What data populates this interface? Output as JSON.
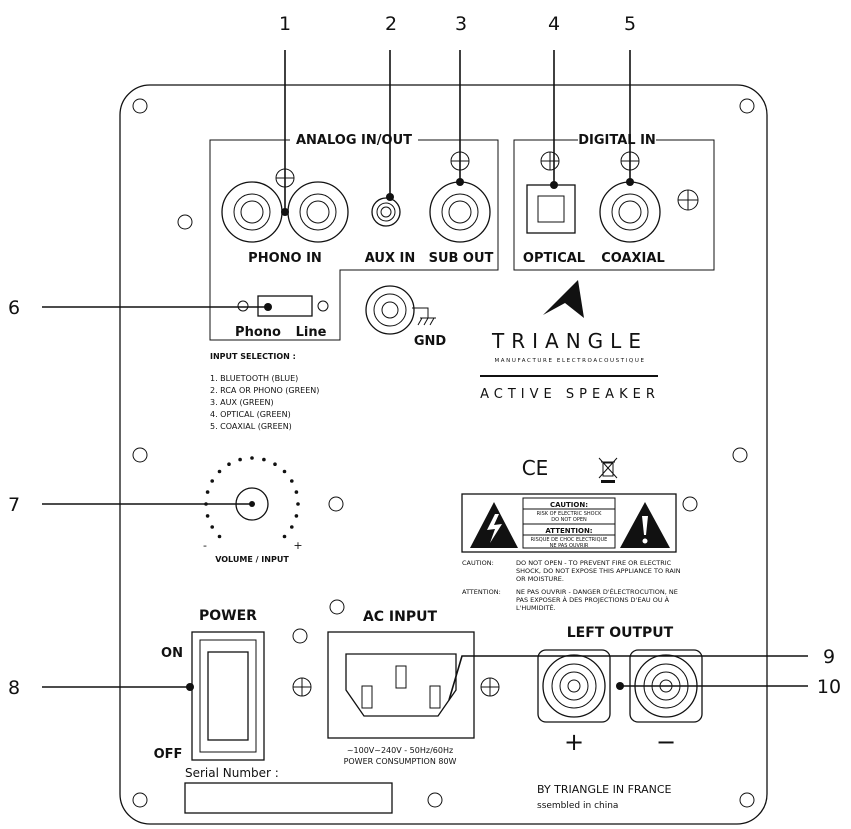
{
  "callouts": [
    "1",
    "2",
    "3",
    "4",
    "5",
    "6",
    "7",
    "8",
    "9",
    "10"
  ],
  "sections": {
    "analog": "ANALOG IN/OUT",
    "digital": "DIGITAL IN"
  },
  "jacks": {
    "phono_in": "PHONO IN",
    "aux_in": "AUX IN",
    "sub_out": "SUB OUT",
    "optical": "OPTICAL",
    "coaxial": "COAXIAL"
  },
  "switch_input": {
    "left": "Phono",
    "right": "Line"
  },
  "gnd": "GND",
  "input_selection": {
    "title": "INPUT SELECTION :",
    "items": [
      "1. BLUETOOTH (BLUE)",
      "2. RCA OR PHONO (GREEN)",
      "3. AUX (GREEN)",
      "4. OPTICAL (GREEN)",
      "5. COAXIAL (GREEN)"
    ]
  },
  "brand": {
    "name": "TRIANGLE",
    "tagline": "MANUFACTURE ELECTROACOUSTIQUE",
    "product": "ACTIVE SPEAKER"
  },
  "ce_mark": "CE",
  "volume": {
    "label": "VOLUME / INPUT",
    "minus": "-",
    "plus": "+"
  },
  "warning": {
    "caution_title": "CAUTION:",
    "caution_sub1": "RISK OF ELECTRIC SHOCK",
    "caution_sub2": "DO NOT OPEN",
    "attention_title": "ATTENTION:",
    "attention_sub1": "RISQUE DE CHOC ELECTRIQUE",
    "attention_sub2": "NE PAS OUVRIR",
    "caution_label": "CAUTION:",
    "caution_text": [
      "DO NOT OPEN - TO PREVENT FIRE OR ELECTRIC",
      "SHOCK, DO NOT EXPOSE THIS APPLIANCE TO RAIN",
      "OR MOISTURE."
    ],
    "attention_label": "ATTENTION:",
    "attention_text": [
      "NE PAS OUVRIR - DANGER D'ÉLECTROCUTION, NE",
      "PAS EXPOSER À DES PROJECTIONS D'EAU OU À",
      "L'HUMIDITÉ."
    ]
  },
  "power": {
    "title": "POWER",
    "on": "ON",
    "off": "OFF"
  },
  "ac_input": {
    "title": "AC INPUT",
    "spec1": "~100V~240V - 50Hz/60Hz",
    "spec2": "POWER CONSUMPTION 80W"
  },
  "left_output": {
    "title": "LEFT OUTPUT",
    "plus": "+",
    "minus": "−"
  },
  "serial": {
    "label": "Serial Number :"
  },
  "footer": {
    "line1": "BY TRIANGLE IN FRANCE",
    "line2": "ssembled in china"
  }
}
